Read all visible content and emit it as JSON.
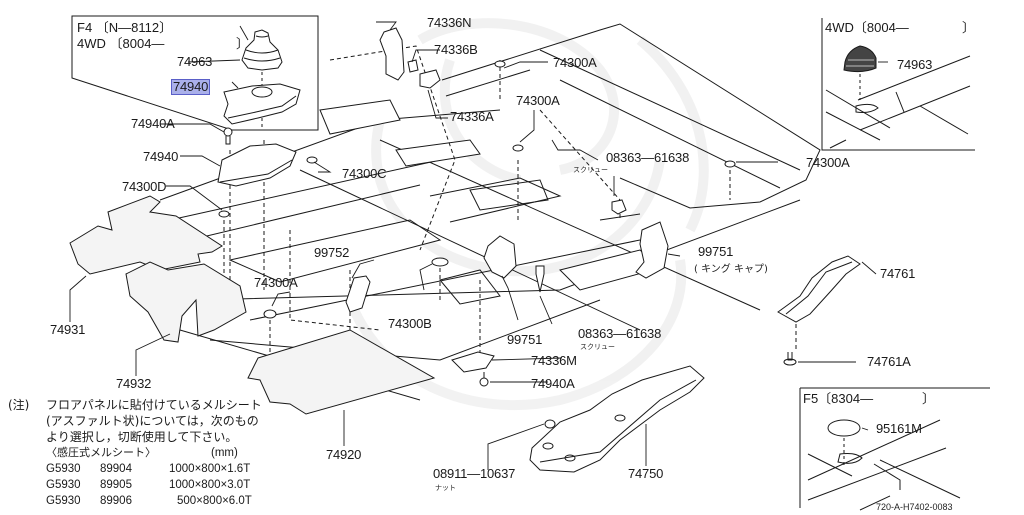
{
  "diagram": {
    "title": "Floor panel insulator / parts diagram",
    "highlight_color": "#aab0ea",
    "highlight_border": "#5a5fc8",
    "insets": {
      "f4_4wd": {
        "line1": "F4 〔N—8112〕",
        "line2": "4WD 〔8004—",
        "bracket_close": "〕"
      },
      "right_4wd": {
        "title": "4WD〔8004—",
        "bracket_close": "〕"
      },
      "f5": {
        "title": "F5〔8304—",
        "bracket_close": "〕"
      }
    },
    "parts": {
      "p74963_inset": "74963",
      "p74940_selected": "74940",
      "p74940A_top": "74940A",
      "p74940": "74940",
      "p74300D": "74300D",
      "p74300C": "74300C",
      "p74336N": "74336N",
      "p74336B": "74336B",
      "p74336A": "74336A",
      "p74300A_top": "74300A",
      "p74300A_mid": "74300A",
      "p74300A_right": "74300A",
      "p74300A_left": "74300A",
      "p08363_top": "08363—61638",
      "p08363_top_sub": "スクリュー",
      "p99751_right": "99751",
      "p99751_right_sub": "( キング  キャプ)",
      "p99752": "99752",
      "p74300B": "74300B",
      "p99751_mid": "99751",
      "p08363_mid": "08363—61638",
      "p08363_mid_sub": "スクリュー",
      "p74336M": "74336M",
      "p74940A_bottom": "74940A",
      "p74931": "74931",
      "p74932": "74932",
      "p74920": "74920",
      "p08911": "08911—10637",
      "p08911_sub": "ナット",
      "p74750": "74750",
      "p74963_right": "74963",
      "p74761": "74761",
      "p74761A": "74761A",
      "p95161M": "95161M"
    },
    "note": {
      "marker": "(注)",
      "line1": "フロアパネルに貼付けているメルシート",
      "line2": "(アスファルト状)については，次のもの",
      "line3": "より選択し，切断使用して下さい。",
      "line4": "〈感圧式メルシート〉",
      "unit": "(mm)",
      "rows": [
        {
          "code": "G5930",
          "num": "89904",
          "size": "1000×800×1.6T"
        },
        {
          "code": "G5930",
          "num": "89905",
          "size": "1000×800×3.0T"
        },
        {
          "code": "G5930",
          "num": "89906",
          "size": "500×800×6.0T"
        }
      ]
    },
    "reference": "720-A-H7402-0083"
  }
}
